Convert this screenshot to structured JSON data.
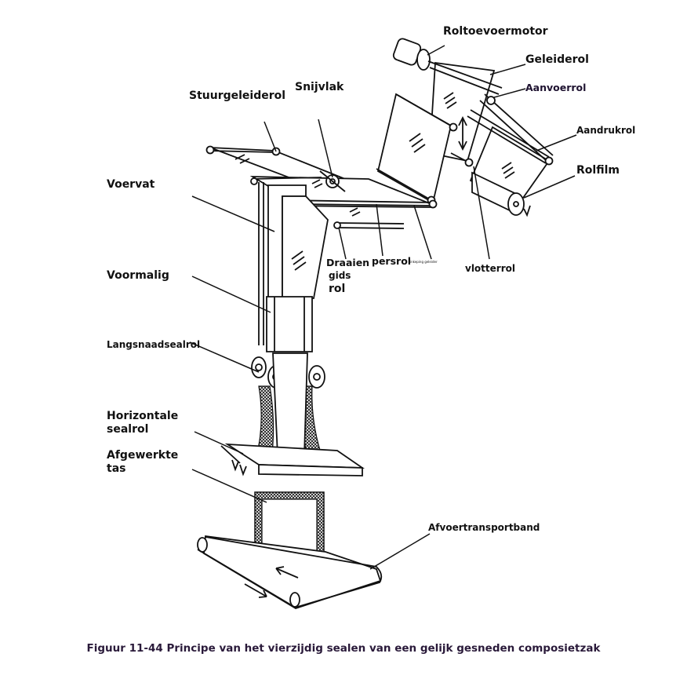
{
  "labels": {
    "roltoevoermotor": "Roltoevoermotor",
    "geleiderol": "Geleiderol",
    "aanvoerrol": "Aanvoerrol",
    "aandrukrol": "Aandrukrol",
    "rolfilm": "Rolfilm",
    "stuurgeleiderol": "Stuurgeleiderol",
    "snijvlak": "Snijvlak",
    "voervat": "Voervat",
    "draaien_gids_rol": [
      "Draaien",
      "gids",
      "rol"
    ],
    "persrol": "persrol",
    "persrol_small": "inkeping geleider",
    "vlotterrol": "vlotterrol",
    "voormalig": "Voormalig",
    "langsnaadsealrol": "Langsnaadsealrol",
    "horizontale_sealrol": [
      "Horizontale",
      "sealrol"
    ],
    "afgewerkte_tas": [
      "Afgewerkte",
      "tas"
    ],
    "afvoertransportband": "Afvoertransportband"
  },
  "caption": "Figuur 11-44 Principe van het vierzijdig sealen van een gelijk gesneden composietzak",
  "colors": {
    "line": "#111111",
    "label": "#111111",
    "caption": "#2a1a3a"
  }
}
